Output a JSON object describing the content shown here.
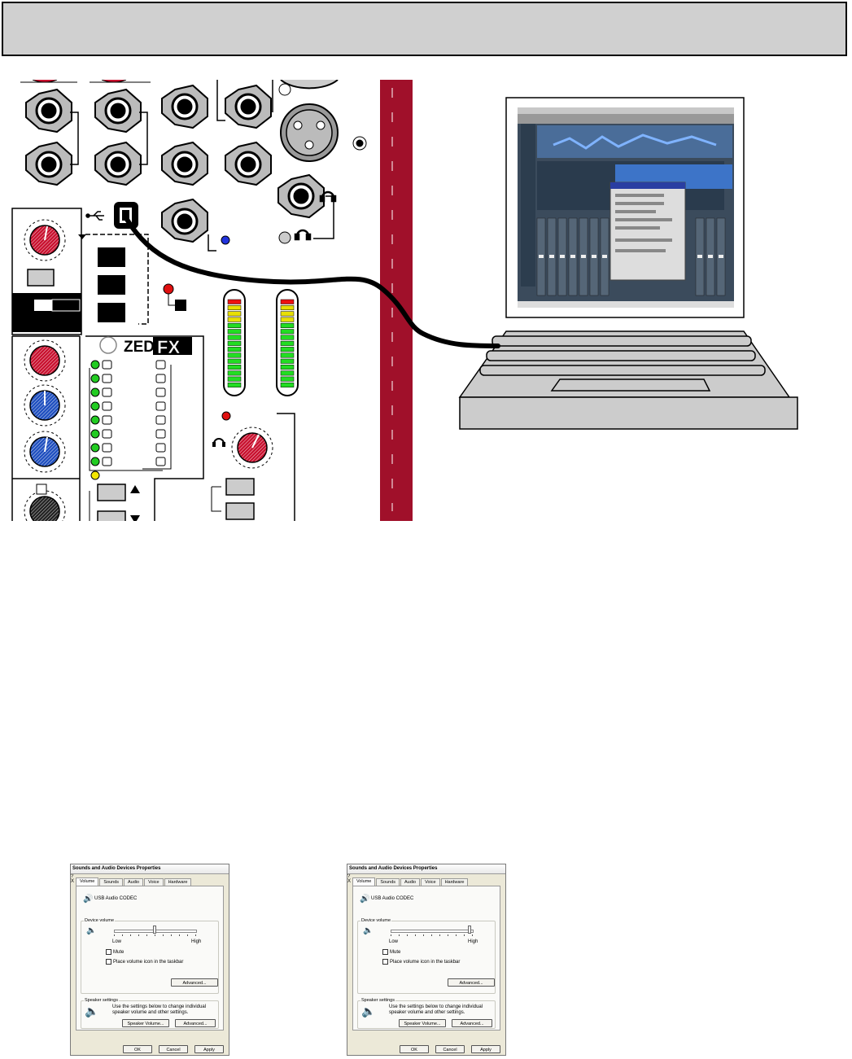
{
  "mixer": {
    "brand_label": "ZED",
    "fx_label": "FX"
  },
  "dialogs": [
    {
      "title": "Sounds and Audio Devices Properties",
      "help_button": "?",
      "close_button": "X",
      "tabs": [
        "Volume",
        "Sounds",
        "Audio",
        "Voice",
        "Hardware"
      ],
      "device_name": "USB Audio CODEC",
      "device_volume_label": "Device volume",
      "volume_level": 0.5,
      "low_label": "Low",
      "high_label": "High",
      "mute_label": "Mute",
      "taskbar_label": "Place volume icon in the taskbar",
      "advanced_button": "Advanced...",
      "speaker_settings_label": "Speaker settings",
      "speaker_text_1": "Use the settings below to change individual",
      "speaker_text_2": "speaker volume and other settings.",
      "speaker_volume_button": "Speaker Volume...",
      "speaker_advanced_button": "Advanced...",
      "ok_button": "OK",
      "cancel_button": "Cancel",
      "apply_button": "Apply"
    },
    {
      "title": "Sounds and Audio Devices Properties",
      "help_button": "?",
      "close_button": "X",
      "tabs": [
        "Volume",
        "Sounds",
        "Audio",
        "Voice",
        "Hardware"
      ],
      "device_name": "USB Audio CODEC",
      "device_volume_label": "Device volume",
      "volume_level": 0.97,
      "low_label": "Low",
      "high_label": "High",
      "mute_label": "Mute",
      "taskbar_label": "Place volume icon in the taskbar",
      "advanced_button": "Advanced...",
      "speaker_settings_label": "Speaker settings",
      "speaker_text_1": "Use the settings below to change individual",
      "speaker_text_2": "speaker volume and other settings.",
      "speaker_volume_button": "Speaker Volume...",
      "speaker_advanced_button": "Advanced...",
      "ok_button": "OK",
      "cancel_button": "Cancel",
      "apply_button": "Apply"
    }
  ],
  "colors": {
    "header_gray": "#d0d0d0",
    "mixer_red_strip": "#a0102a",
    "knob_red": "#c8102e",
    "knob_blue": "#1f4fbf",
    "led_green": "#22cc22",
    "led_yellow": "#f2e600",
    "led_red": "#e01010",
    "meter_green": "#22dd22",
    "meter_yellow": "#e8e000",
    "meter_red": "#ee1111"
  }
}
